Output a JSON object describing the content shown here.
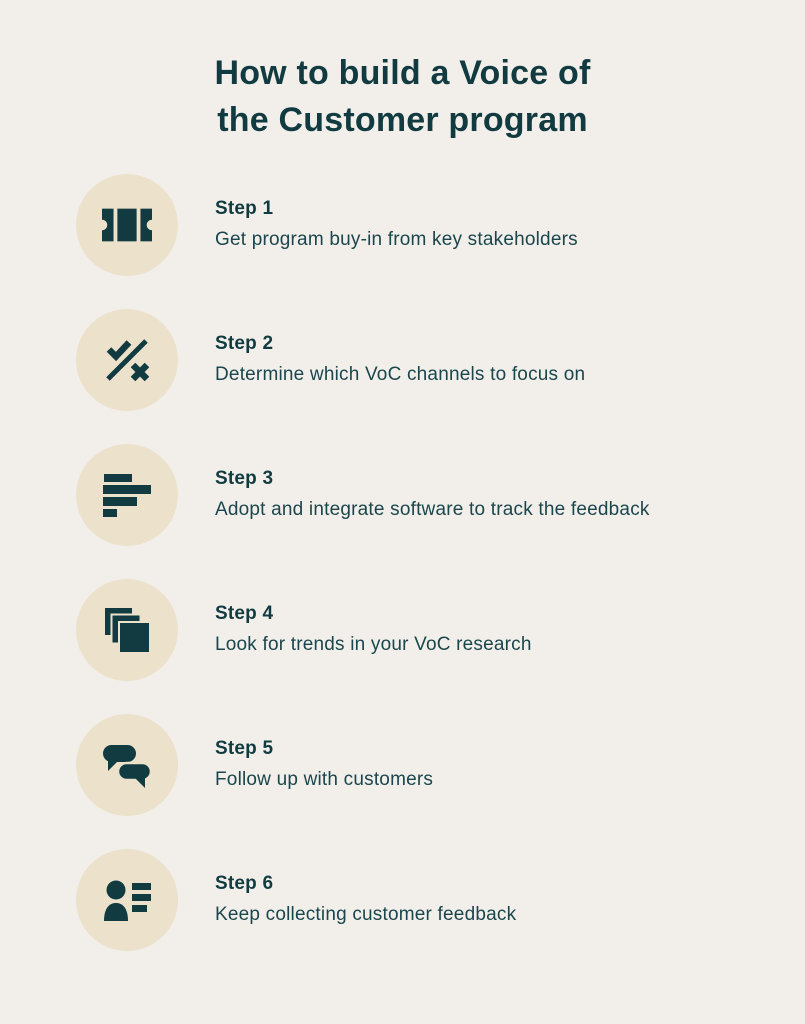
{
  "page": {
    "background_color": "#F2EFEA",
    "circle_color": "#ECE1CB",
    "accent_color": "#113B40"
  },
  "title": {
    "line1": "How to build a Voice of",
    "line2": "the Customer program"
  },
  "steps": [
    {
      "label": "Step 1",
      "description": "Get program buy-in from key stakeholders",
      "icon": "ticket-icon"
    },
    {
      "label": "Step 2",
      "description": "Determine which VoC channels to focus on",
      "icon": "check-x-icon"
    },
    {
      "label": "Step 3",
      "description": "Adopt and integrate software to track the feedback",
      "icon": "bar-chart-icon"
    },
    {
      "label": "Step 4",
      "description": "Look for trends in your VoC research",
      "icon": "layers-icon"
    },
    {
      "label": "Step 5",
      "description": "Follow up with customers",
      "icon": "speech-bubbles-icon"
    },
    {
      "label": "Step 6",
      "description": "Keep collecting customer feedback",
      "icon": "person-list-icon"
    }
  ]
}
